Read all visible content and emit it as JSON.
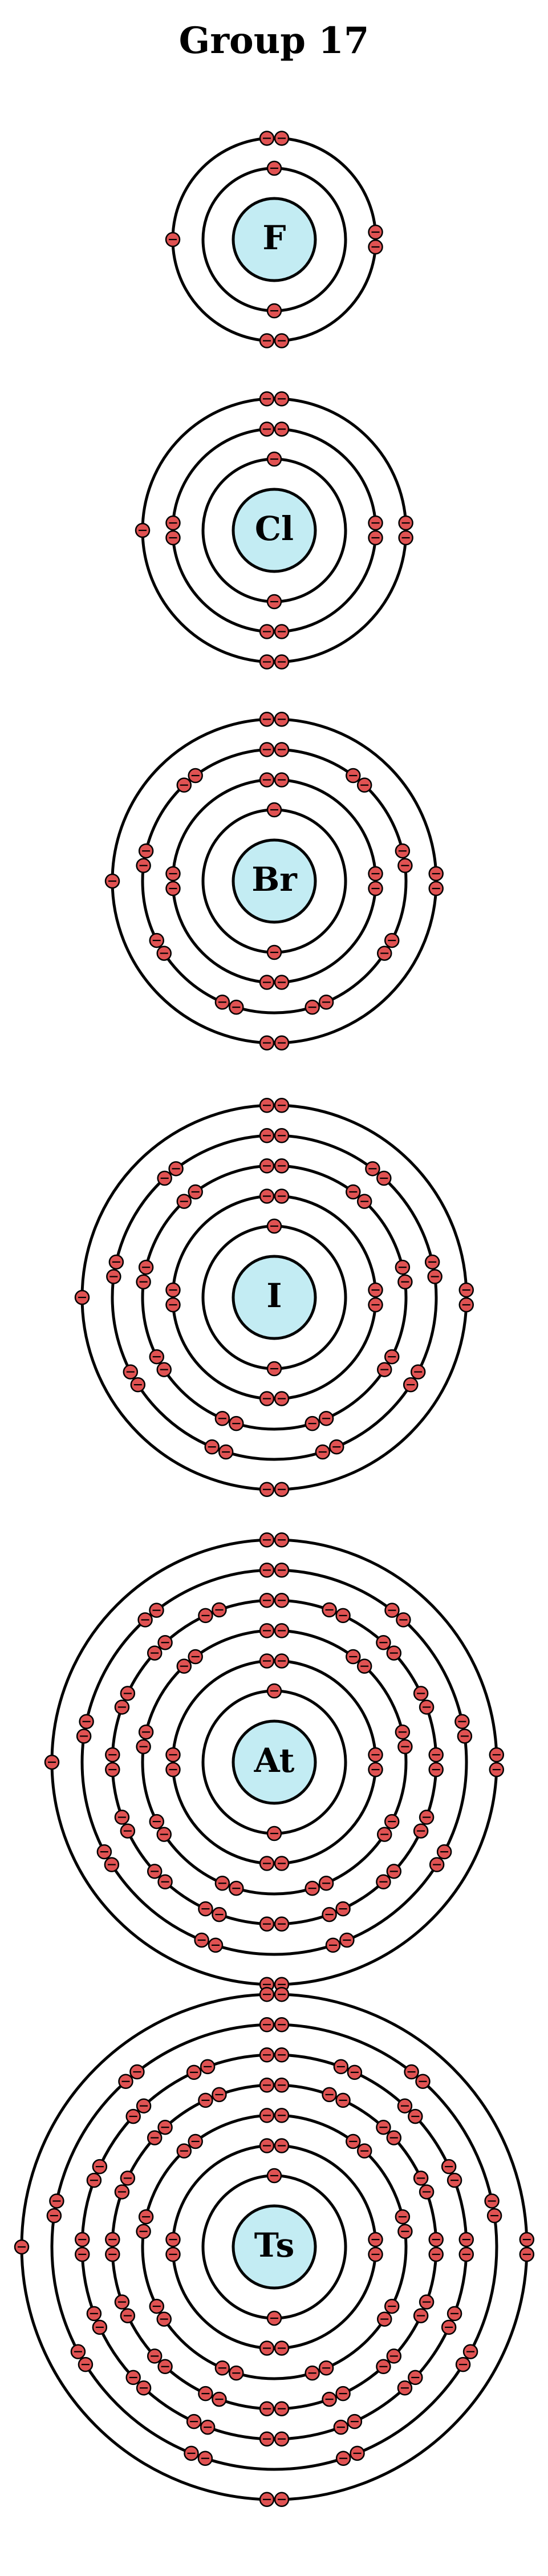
{
  "title": "Group 17",
  "colors": {
    "nucleus_fill": "#c3ecf3",
    "electron_fill": "#e05252",
    "stroke": "#000000",
    "background": "#ffffff"
  },
  "atoms": [
    {
      "symbol": "F",
      "shells": [
        2,
        7
      ]
    },
    {
      "symbol": "Cl",
      "shells": [
        2,
        8,
        7
      ]
    },
    {
      "symbol": "Br",
      "shells": [
        2,
        8,
        18,
        7
      ]
    },
    {
      "symbol": "I",
      "shells": [
        2,
        8,
        18,
        18,
        7
      ]
    },
    {
      "symbol": "At",
      "shells": [
        2,
        8,
        18,
        32,
        18,
        7
      ]
    },
    {
      "symbol": "Ts",
      "shells": [
        2,
        8,
        18,
        32,
        32,
        18,
        7
      ]
    }
  ]
}
